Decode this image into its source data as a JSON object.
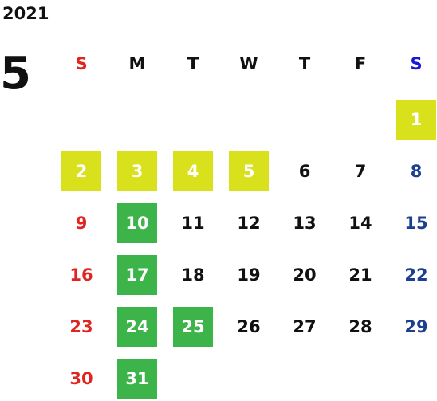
{
  "calendar": {
    "year": "2021",
    "month": "5",
    "weekdays": [
      {
        "label": "S",
        "color": "#e0241f"
      },
      {
        "label": "M",
        "color": "#111111"
      },
      {
        "label": "T",
        "color": "#111111"
      },
      {
        "label": "W",
        "color": "#111111"
      },
      {
        "label": "T",
        "color": "#111111"
      },
      {
        "label": "F",
        "color": "#111111"
      },
      {
        "label": "S",
        "color": "#1a18d6"
      }
    ],
    "colors": {
      "sunday": "#e0241f",
      "saturday": "#1d3f8f",
      "weekday": "#111111",
      "holiday_yellow_bg": "#d9e01c",
      "holiday_green_bg": "#3cb44a",
      "highlight_text": "#ffffff"
    },
    "days": [
      {
        "d": "1",
        "week": 0,
        "dow": 6,
        "highlight": "yellow"
      },
      {
        "d": "2",
        "week": 1,
        "dow": 0,
        "highlight": "yellow"
      },
      {
        "d": "3",
        "week": 1,
        "dow": 1,
        "highlight": "yellow"
      },
      {
        "d": "4",
        "week": 1,
        "dow": 2,
        "highlight": "yellow"
      },
      {
        "d": "5",
        "week": 1,
        "dow": 3,
        "highlight": "yellow"
      },
      {
        "d": "6",
        "week": 1,
        "dow": 4,
        "highlight": ""
      },
      {
        "d": "7",
        "week": 1,
        "dow": 5,
        "highlight": ""
      },
      {
        "d": "8",
        "week": 1,
        "dow": 6,
        "highlight": ""
      },
      {
        "d": "9",
        "week": 2,
        "dow": 0,
        "highlight": ""
      },
      {
        "d": "10",
        "week": 2,
        "dow": 1,
        "highlight": "green"
      },
      {
        "d": "11",
        "week": 2,
        "dow": 2,
        "highlight": ""
      },
      {
        "d": "12",
        "week": 2,
        "dow": 3,
        "highlight": ""
      },
      {
        "d": "13",
        "week": 2,
        "dow": 4,
        "highlight": ""
      },
      {
        "d": "14",
        "week": 2,
        "dow": 5,
        "highlight": ""
      },
      {
        "d": "15",
        "week": 2,
        "dow": 6,
        "highlight": ""
      },
      {
        "d": "16",
        "week": 3,
        "dow": 0,
        "highlight": ""
      },
      {
        "d": "17",
        "week": 3,
        "dow": 1,
        "highlight": "green"
      },
      {
        "d": "18",
        "week": 3,
        "dow": 2,
        "highlight": ""
      },
      {
        "d": "19",
        "week": 3,
        "dow": 3,
        "highlight": ""
      },
      {
        "d": "20",
        "week": 3,
        "dow": 4,
        "highlight": ""
      },
      {
        "d": "21",
        "week": 3,
        "dow": 5,
        "highlight": ""
      },
      {
        "d": "22",
        "week": 3,
        "dow": 6,
        "highlight": ""
      },
      {
        "d": "23",
        "week": 4,
        "dow": 0,
        "highlight": ""
      },
      {
        "d": "24",
        "week": 4,
        "dow": 1,
        "highlight": "green"
      },
      {
        "d": "25",
        "week": 4,
        "dow": 2,
        "highlight": "green"
      },
      {
        "d": "26",
        "week": 4,
        "dow": 3,
        "highlight": ""
      },
      {
        "d": "27",
        "week": 4,
        "dow": 4,
        "highlight": ""
      },
      {
        "d": "28",
        "week": 4,
        "dow": 5,
        "highlight": ""
      },
      {
        "d": "29",
        "week": 4,
        "dow": 6,
        "highlight": ""
      },
      {
        "d": "30",
        "week": 5,
        "dow": 0,
        "highlight": ""
      },
      {
        "d": "31",
        "week": 5,
        "dow": 1,
        "highlight": "green"
      }
    ]
  }
}
